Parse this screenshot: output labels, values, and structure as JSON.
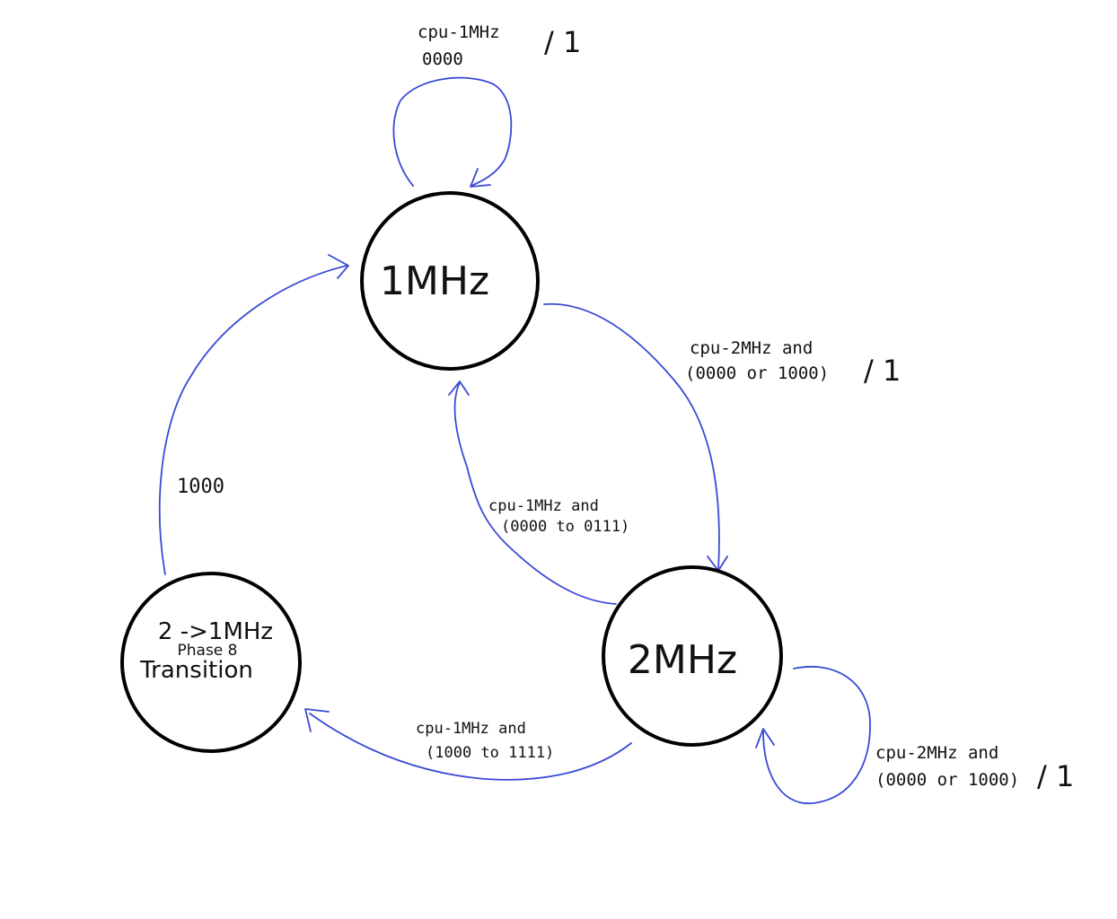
{
  "states": {
    "s1": {
      "label": "1MHz"
    },
    "s2": {
      "label": "2MHz"
    },
    "s3": {
      "line1": "2 ->1MHz",
      "line2": "Phase 8",
      "line3": "Transition"
    }
  },
  "transitions": {
    "self_1mhz": {
      "cond1": "cpu-1MHz",
      "cond2": "0000",
      "output": "/ 1"
    },
    "t_1_to_2": {
      "cond1": "cpu-2MHz and",
      "cond2": "(0000 or 1000)",
      "output": "/ 1"
    },
    "t_2_to_1": {
      "cond1": "cpu-1MHz and",
      "cond2": "(0000 to 0111)"
    },
    "t_2_to_3": {
      "cond1": "cpu-1MHz and",
      "cond2": "(1000 to 1111)"
    },
    "t_3_to_1": {
      "cond1": "1000"
    },
    "self_2mhz": {
      "cond1": "cpu-2MHz and",
      "cond2": "(0000 or 1000)",
      "output": "/ 1"
    }
  },
  "colors": {
    "edge": "#3a49d6",
    "state_stroke": "#000000",
    "text": "#111111"
  }
}
